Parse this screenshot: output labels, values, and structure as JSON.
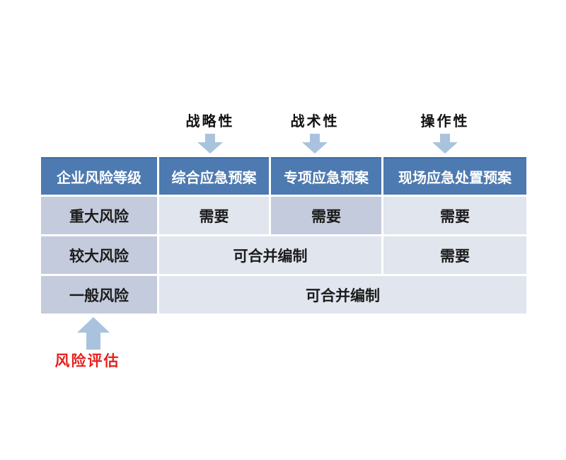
{
  "colors": {
    "header_bg": "#4d7ab0",
    "header_text": "#ffffff",
    "cell_dark_bg": "#c4cbdc",
    "cell_light_bg": "#e0e5ee",
    "cell_text": "#1c1c1c",
    "arrow": "#a9c3de",
    "assessment_text": "#e5211e"
  },
  "top_labels": [
    {
      "label": "战略性"
    },
    {
      "label": "战术性"
    },
    {
      "label": "操作性"
    }
  ],
  "table": {
    "headers": [
      "企业风险等级",
      "综合应急预案",
      "专项应急预案",
      "现场应急处置预案"
    ],
    "rows": [
      {
        "level": "重大风险",
        "cells": [
          "需要",
          "需要",
          "需要"
        ]
      },
      {
        "level": "较大风险",
        "cells": [
          "可合并编制",
          "需要"
        ]
      },
      {
        "level": "一般风险",
        "cells": [
          "可合并编制"
        ]
      }
    ]
  },
  "bottom": {
    "label": "风险评估"
  }
}
